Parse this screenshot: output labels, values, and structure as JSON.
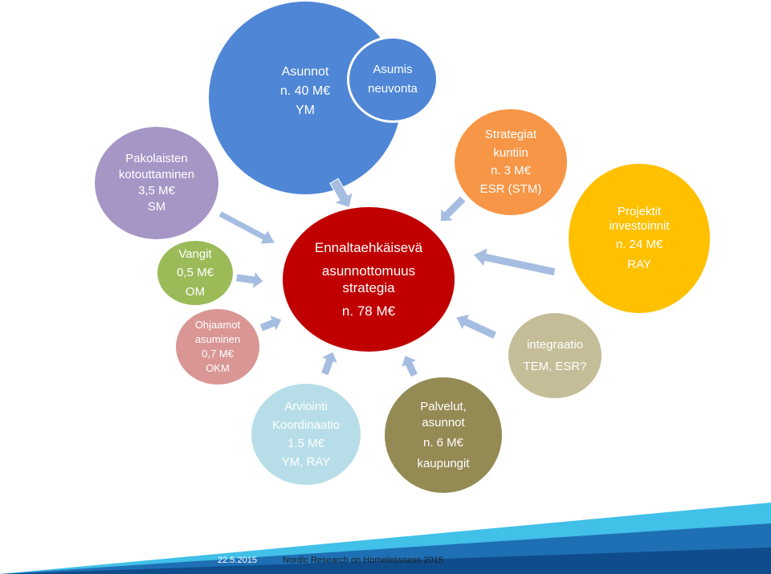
{
  "diagram": {
    "asunnot": {
      "line1": "Asunnot",
      "line2": "n. 40  M€",
      "line3": "YM"
    },
    "asumis": {
      "line1": "Asumis",
      "line2": "neuvonta"
    },
    "pakolaiset": {
      "line1": "Pakolaisten",
      "line2": "kotouttaminen",
      "line3": "3,5 M€",
      "line4": "SM"
    },
    "vangit": {
      "line1": "Vangit",
      "line2": "0,5 M€",
      "line3": "OM"
    },
    "ohjaamot": {
      "line1": "Ohjaamot",
      "line2": "asuminen",
      "line3": "0,7 M€",
      "line4": "OKM"
    },
    "center": {
      "line1": "Ennaltaehkäisevä",
      "line2": "asunnottomuus",
      "line3": "strategia",
      "line4": "n. 78 M€"
    },
    "strategiat": {
      "line1": "Strategiat",
      "line2": "kuntiin",
      "line3": "n. 3 M€",
      "line4": "ESR (STM)"
    },
    "projektit": {
      "line1": "Projektit",
      "line2": "investoinnit",
      "line3": "n. 24 M€",
      "line4": "RAY"
    },
    "integraatio": {
      "line1": "integraatio",
      "line2": "TEM, ESR?"
    },
    "arviointi": {
      "line1": "Arviointi",
      "line2": "Koordinaatio",
      "line3": "1,5 M€",
      "line4": "YM, RAY"
    },
    "palvelut": {
      "line1": "Palvelut,",
      "line2": "asunnot",
      "line3": "n. 6 M€",
      "line4": "kaupungit"
    }
  },
  "colors": {
    "blue": "#4f86d6",
    "purple": "#a596c6",
    "green": "#9bbb59",
    "pink": "#d99694",
    "red": "#c00000",
    "orange": "#f79646",
    "yellow": "#ffc000",
    "tan": "#c4bd97",
    "lightblue": "#b7dee8",
    "olive": "#948a54",
    "arrow": "#a6bde2"
  },
  "footer": {
    "date": "22.5.2015",
    "text": "Nordic Research on Homelessness 2015"
  }
}
